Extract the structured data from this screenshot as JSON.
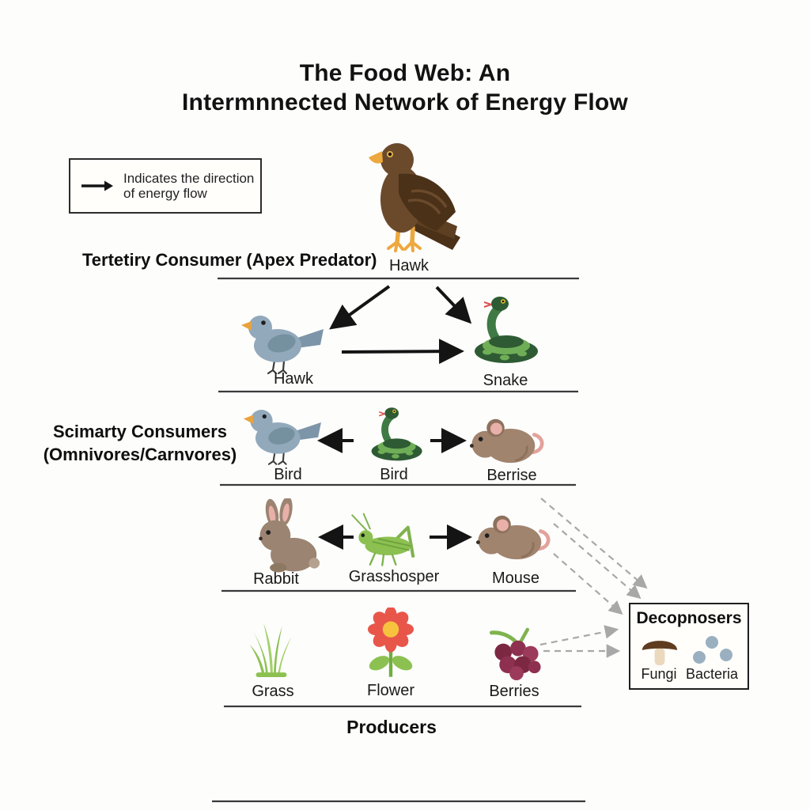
{
  "title": {
    "line1": "The Food Web: An",
    "line2": "Intermnnected Network of Energy Flow"
  },
  "legend": {
    "line1": "Indicates the direction",
    "line2": "of energy flow"
  },
  "tier1": {
    "label": "Tertetiry Consumer (Apex Predator)",
    "hawk_label": "Hawk"
  },
  "tier2": {
    "bird_label": "Hawk",
    "snake_label": "Snake"
  },
  "tier3": {
    "label_line1": "Scimarty Consumers",
    "label_line2": "(Omnivores/Carnvores)",
    "bird_label": "Bird",
    "snake_label": "Bird",
    "mouse_label": "Berrise"
  },
  "tier4": {
    "rabbit_label": "Rabbit",
    "grasshopper_label": "Grasshosper",
    "mouse_label": "Mouse"
  },
  "producers": {
    "grass_label": "Grass",
    "flower_label": "Flower",
    "berries_label": "Berries",
    "label": "Producers"
  },
  "decomposers": {
    "title": "Decopnosers",
    "fungi_label": "Fungi",
    "bacteria_label": "Bacteria"
  },
  "icons": {
    "legend": "right-arrow-icon",
    "tier1": "eagle-icon",
    "tier2": [
      "bird-icon",
      "snake-icon"
    ],
    "tier3": [
      "bird-icon",
      "snake-icon",
      "mouse-icon"
    ],
    "tier4": [
      "rabbit-icon",
      "grasshopper-icon",
      "mouse-icon"
    ],
    "producers": [
      "grass-icon",
      "flower-icon",
      "berries-icon"
    ],
    "decomposers": [
      "mushroom-icon",
      "bacteria-icon"
    ]
  },
  "colors": {
    "arrow_black": "#141414",
    "arrow_dashed_gray": "#a8a8a8",
    "separator_line": "#3a3a3a",
    "hawk_brown": "#6b4a2c",
    "hawk_wing": "#4a3118",
    "bird_blue": "#92a9bb",
    "snake_dark_green": "#2e5b33",
    "snake_light_green": "#6fae57",
    "mouse_brown": "#a1846e",
    "rabbit_brown": "#9b8471",
    "grasshopper_green": "#8cc152",
    "grass_green": "#8cc152",
    "flower_red": "#e8564a",
    "flower_center": "#f7c33f",
    "berry_maroon": "#8e3050",
    "mushroom_cap": "#5f3b1f",
    "mushroom_stem": "#ead9bd",
    "bacteria_blue": "#9ab0c0",
    "beak_orange": "#eda83e"
  }
}
